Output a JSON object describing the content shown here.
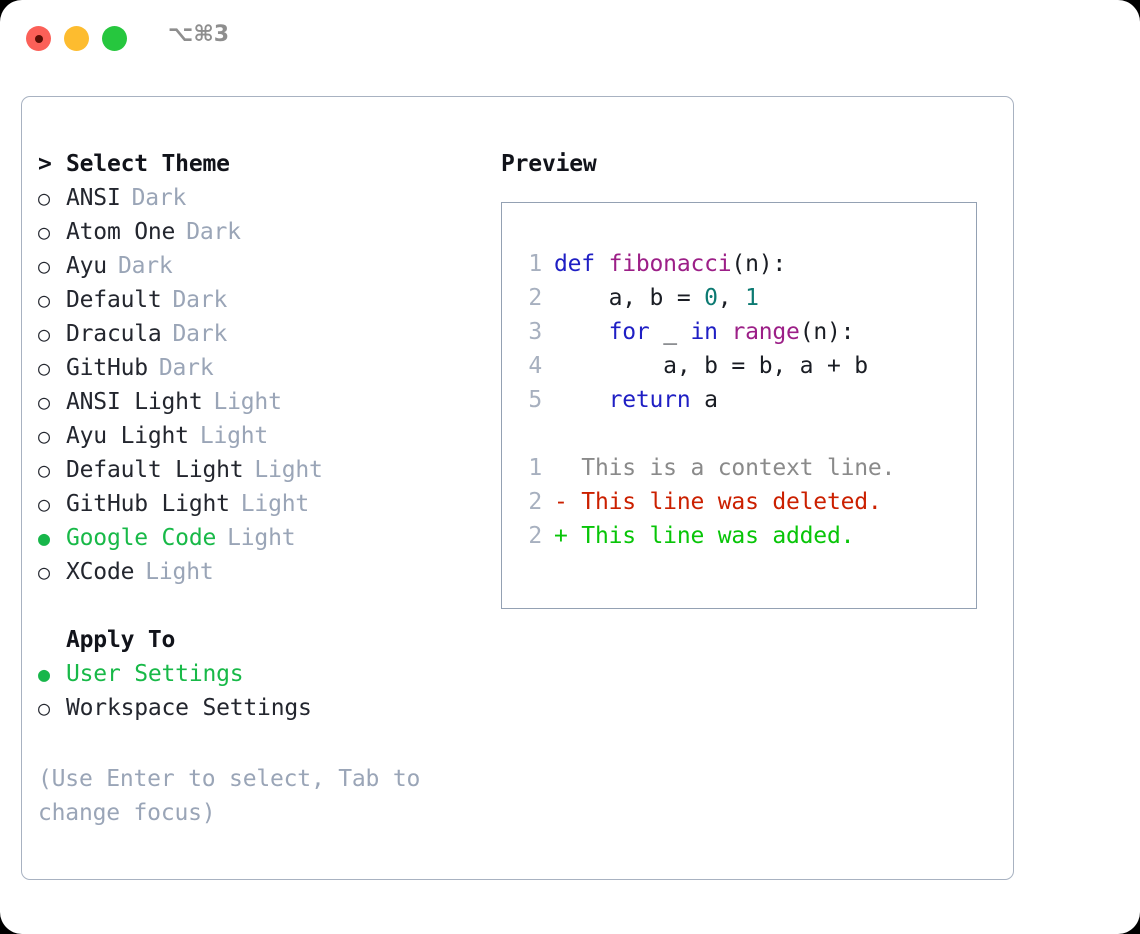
{
  "window": {
    "shortcut_label": "⌥⌘3",
    "traffic_lights": [
      {
        "name": "close",
        "color": "#fb6058"
      },
      {
        "name": "minimize",
        "color": "#fdbc2f"
      },
      {
        "name": "maximize",
        "color": "#26c73e"
      }
    ]
  },
  "theme_section": {
    "header": "Select Theme",
    "caret": ">",
    "bullet_unselected": "○",
    "bullet_selected": "●",
    "selected_color": "#18b948",
    "items": [
      {
        "label": "ANSI",
        "variant": "Dark",
        "selected": false
      },
      {
        "label": "Atom One",
        "variant": "Dark",
        "selected": false
      },
      {
        "label": "Ayu",
        "variant": "Dark",
        "selected": false
      },
      {
        "label": "Default",
        "variant": "Dark",
        "selected": false
      },
      {
        "label": "Dracula",
        "variant": "Dark",
        "selected": false
      },
      {
        "label": "GitHub",
        "variant": "Dark",
        "selected": false
      },
      {
        "label": "ANSI Light",
        "variant": "Light",
        "selected": false
      },
      {
        "label": "Ayu Light",
        "variant": "Light",
        "selected": false
      },
      {
        "label": "Default Light",
        "variant": "Light",
        "selected": false
      },
      {
        "label": "GitHub Light",
        "variant": "Light",
        "selected": false
      },
      {
        "label": "Google Code",
        "variant": "Light",
        "selected": true
      },
      {
        "label": "XCode",
        "variant": "Light",
        "selected": false
      }
    ]
  },
  "apply_section": {
    "header": "Apply To",
    "items": [
      {
        "label": "User Settings",
        "selected": true
      },
      {
        "label": "Workspace Settings",
        "selected": false
      }
    ]
  },
  "hint": "(Use Enter to select, Tab to change focus)",
  "preview": {
    "title": "Preview",
    "code_lines": [
      {
        "num": "1",
        "segments": [
          {
            "t": "def ",
            "c": "kw"
          },
          {
            "t": "fibonacci",
            "c": "fn"
          },
          {
            "t": "(n):",
            "c": "punc"
          }
        ]
      },
      {
        "num": "2",
        "segments": [
          {
            "t": "    a, b = ",
            "c": "txt"
          },
          {
            "t": "0",
            "c": "num"
          },
          {
            "t": ", ",
            "c": "txt"
          },
          {
            "t": "1",
            "c": "num"
          }
        ]
      },
      {
        "num": "3",
        "segments": [
          {
            "t": "    ",
            "c": "txt"
          },
          {
            "t": "for",
            "c": "kw"
          },
          {
            "t": " _ ",
            "c": "txt"
          },
          {
            "t": "in",
            "c": "kw"
          },
          {
            "t": " ",
            "c": "txt"
          },
          {
            "t": "range",
            "c": "fn"
          },
          {
            "t": "(n):",
            "c": "punc"
          }
        ]
      },
      {
        "num": "4",
        "segments": [
          {
            "t": "        a, b = b, a + b",
            "c": "txt"
          }
        ]
      },
      {
        "num": "5",
        "segments": [
          {
            "t": "    ",
            "c": "txt"
          },
          {
            "t": "return",
            "c": "kw"
          },
          {
            "t": " a",
            "c": "txt"
          }
        ]
      }
    ],
    "diff_lines": [
      {
        "num": "1",
        "marker": " ",
        "text": " This is a context line.",
        "kind": "ctx"
      },
      {
        "num": "2",
        "marker": "-",
        "text": " This line was deleted.",
        "kind": "del"
      },
      {
        "num": "2",
        "marker": "+",
        "text": " This line was added.",
        "kind": "add"
      }
    ]
  },
  "colors": {
    "keyword": "#1f1fc4",
    "function": "#9c1f87",
    "number": "#0c7a72",
    "diff_context": "#8a8a8a",
    "diff_deleted": "#cb2000",
    "diff_added": "#08c508",
    "muted": "#9aa5b7",
    "border": "#a8b2c1"
  }
}
